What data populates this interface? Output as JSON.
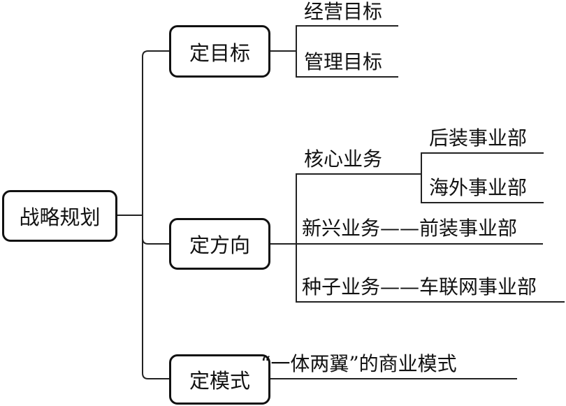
{
  "root": {
    "label": "战略规划"
  },
  "branches": [
    {
      "label": "定目标",
      "children": [
        {
          "label": "经营目标"
        },
        {
          "label": "管理目标"
        }
      ]
    },
    {
      "label": "定方向",
      "children": [
        {
          "label": "核心业务",
          "children": [
            {
              "label": "后装事业部"
            },
            {
              "label": "海外事业部"
            }
          ]
        },
        {
          "label": "新兴业务——前装事业部"
        },
        {
          "label": "种子业务——车联网事业部"
        }
      ]
    },
    {
      "label": "定模式",
      "children": [
        {
          "label": "“一体两翼”的商业模式"
        }
      ]
    }
  ]
}
